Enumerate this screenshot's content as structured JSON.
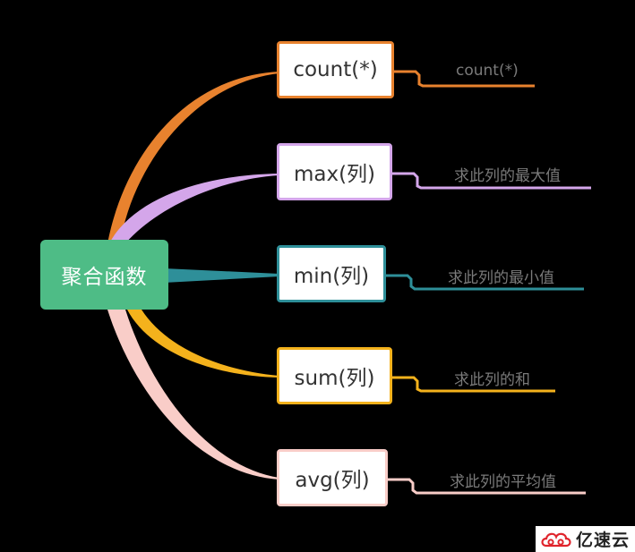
{
  "root": {
    "label": "聚合函数",
    "color": "#4ebc86"
  },
  "branches": [
    {
      "label": "count(*)",
      "description": "count(*)",
      "color": "#e8822e"
    },
    {
      "label": "max(列)",
      "description": "求此列的最大值",
      "color": "#d4a6ea"
    },
    {
      "label": "min(列)",
      "description": "求此列的最小值",
      "color": "#2e8f99"
    },
    {
      "label": "sum(列)",
      "description": "求此列的和",
      "color": "#f4b21c"
    },
    {
      "label": "avg(列)",
      "description": "求此列的平均值",
      "color": "#f9cdc8"
    }
  ],
  "watermark": {
    "text": "亿速云",
    "icon": "cloud-logo-icon",
    "color": "#e0242c"
  }
}
